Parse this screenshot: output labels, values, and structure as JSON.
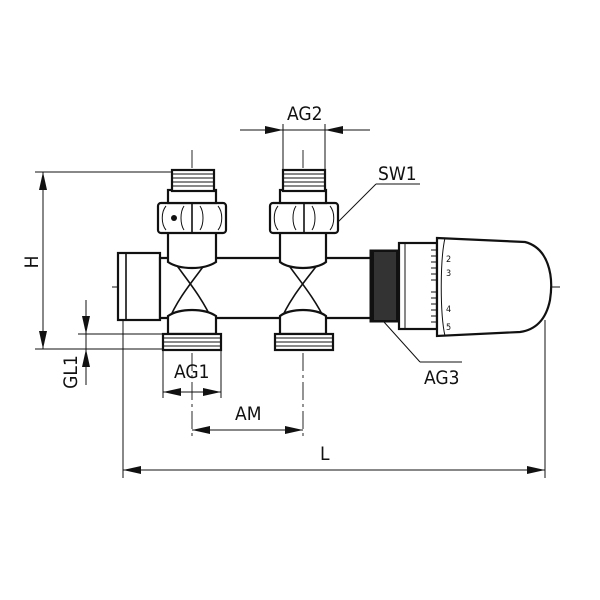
{
  "labels": {
    "ag2": "AG2",
    "sw1": "SW1",
    "h": "H",
    "gl1": "GL1",
    "ag1": "AG1",
    "ag3": "AG3",
    "am": "AM",
    "l": "L"
  },
  "thermostat_scale": [
    "2",
    "3",
    "4",
    "5"
  ]
}
